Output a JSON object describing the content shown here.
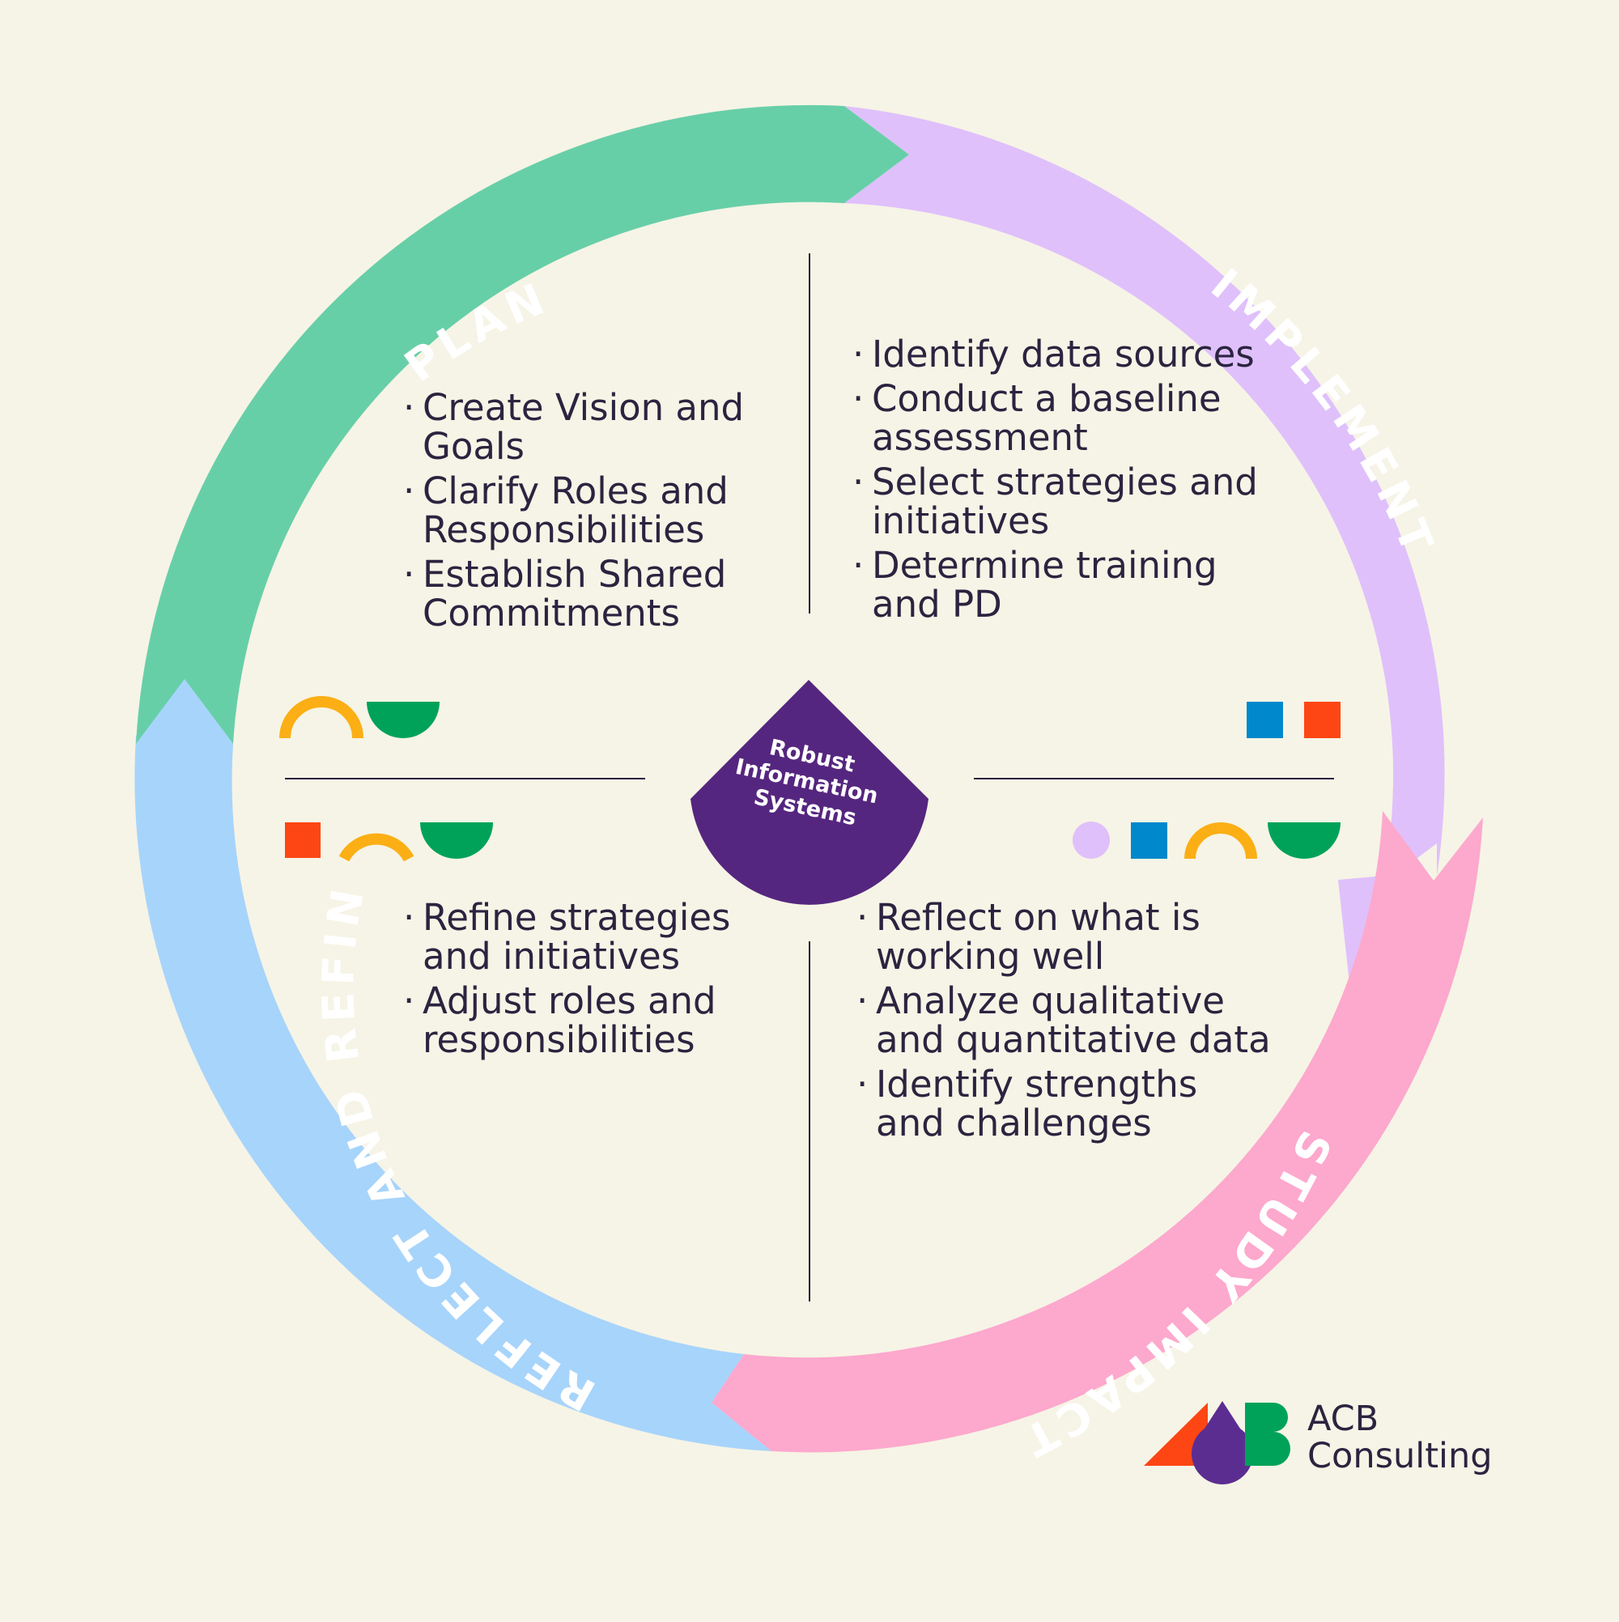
{
  "stages": {
    "plan": {
      "label": "PLAN",
      "color": "#67cfa8"
    },
    "implement": {
      "label": "IMPLEMENT",
      "color": "#dfc0fb"
    },
    "study": {
      "label": "STUDY IMPACT",
      "color": "#fda8cd"
    },
    "reflect": {
      "label": "REFLECT AND REFINE",
      "color": "#a7d4fb"
    }
  },
  "center": {
    "lines": [
      "Robust",
      "Information",
      "Systems"
    ],
    "color": "#55267f"
  },
  "quadrants": {
    "plan": [
      "Create Vision and Goals",
      "Clarify Roles and Responsibilities",
      "Establish Shared Commitments"
    ],
    "implement": [
      "Identify data sources",
      "Conduct a baseline assessment",
      "Select strategies and initiatives",
      "Determine training and PD"
    ],
    "reflect": [
      "Refine strategies and initiatives",
      "Adjust roles and responsibilities"
    ],
    "study": [
      "Reflect on what is working well",
      "Analyze qualitative and quantitative data",
      "Identify strengths and challenges"
    ]
  },
  "logo": {
    "name_line1": "ACB",
    "name_line2": "Consulting",
    "mark_text": "ACB",
    "colors": {
      "red": "#fd4614",
      "purple": "#5c2d91",
      "green": "#00a25a"
    }
  },
  "shape_colors": {
    "yellow": "#fbaf15",
    "green": "#00a25a",
    "blue": "#0088cc",
    "red": "#fd4614",
    "lilac": "#dfc0fb"
  }
}
